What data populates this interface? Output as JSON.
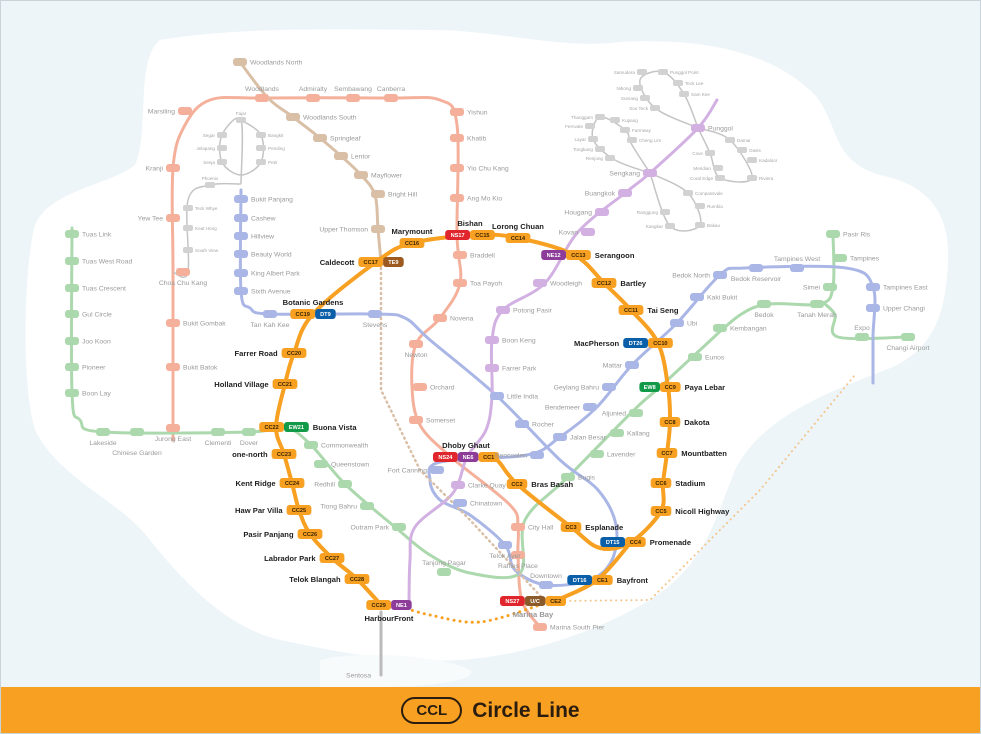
{
  "footer": {
    "badge": "CCL",
    "title": "Circle Line"
  },
  "colors": {
    "CC": "#f7a021",
    "CE": "#f7a021",
    "NS": "#e0262c",
    "EW": "#119a48",
    "NE": "#8e3c99",
    "DT": "#0b5ea8",
    "TE": "#9c5a1e",
    "UC": "#9c5a1e"
  },
  "ccl_stations": [
    {
      "name": "Dhoby Ghaut",
      "codes": [
        "NS24",
        "NE6",
        "CC1"
      ]
    },
    {
      "name": "Bras Basah",
      "codes": [
        "CC2"
      ]
    },
    {
      "name": "Esplanade",
      "codes": [
        "CC3"
      ]
    },
    {
      "name": "Promenade",
      "codes": [
        "DT15",
        "CC4"
      ]
    },
    {
      "name": "Nicoll Highway",
      "codes": [
        "CC5"
      ]
    },
    {
      "name": "Stadium",
      "codes": [
        "CC6"
      ]
    },
    {
      "name": "Mountbatten",
      "codes": [
        "CC7"
      ]
    },
    {
      "name": "Dakota",
      "codes": [
        "CC8"
      ]
    },
    {
      "name": "Paya Lebar",
      "codes": [
        "EW8",
        "CC9"
      ]
    },
    {
      "name": "MacPherson",
      "codes": [
        "DT26",
        "CC10"
      ]
    },
    {
      "name": "Tai Seng",
      "codes": [
        "CC11"
      ]
    },
    {
      "name": "Bartley",
      "codes": [
        "CC12"
      ]
    },
    {
      "name": "Serangoon",
      "codes": [
        "NE12",
        "CC13"
      ]
    },
    {
      "name": "Lorong Chuan",
      "codes": [
        "CC14"
      ]
    },
    {
      "name": "Bishan",
      "codes": [
        "NS17",
        "CC15"
      ]
    },
    {
      "name": "Marymount",
      "codes": [
        "CC16"
      ]
    },
    {
      "name": "Caldecott",
      "codes": [
        "CC17",
        "TE9"
      ]
    },
    {
      "name": "Botanic Gardens",
      "codes": [
        "CC19",
        "DT9"
      ]
    },
    {
      "name": "Farrer Road",
      "codes": [
        "CC20"
      ]
    },
    {
      "name": "Holland Village",
      "codes": [
        "CC21"
      ]
    },
    {
      "name": "Buona Vista",
      "codes": [
        "CC22",
        "EW21"
      ]
    },
    {
      "name": "one-north",
      "codes": [
        "CC23"
      ]
    },
    {
      "name": "Kent Ridge",
      "codes": [
        "CC24"
      ]
    },
    {
      "name": "Haw Par Villa",
      "codes": [
        "CC25"
      ]
    },
    {
      "name": "Pasir Panjang",
      "codes": [
        "CC26"
      ]
    },
    {
      "name": "Labrador Park",
      "codes": [
        "CC27"
      ]
    },
    {
      "name": "Telok Blangah",
      "codes": [
        "CC28"
      ]
    },
    {
      "name": "HarbourFront",
      "codes": [
        "CC29",
        "NE1"
      ]
    },
    {
      "name": "Bayfront",
      "codes": [
        "DT16",
        "CE1"
      ]
    },
    {
      "name": "Marina Bay",
      "codes": [
        "NS27",
        "U/C",
        "CE2"
      ]
    }
  ],
  "other_stations": [
    {
      "name": "Jurong East",
      "line": "NS"
    },
    {
      "name": "Bukit Batok",
      "line": "NS"
    },
    {
      "name": "Bukit Gombak",
      "line": "NS"
    },
    {
      "name": "Choa Chu Kang",
      "line": "NS"
    },
    {
      "name": "Yew Tee",
      "line": "NS"
    },
    {
      "name": "Kranji",
      "line": "NS"
    },
    {
      "name": "Marsiling",
      "line": "NS"
    },
    {
      "name": "Woodlands",
      "line": "NS"
    },
    {
      "name": "Admiralty",
      "line": "NS"
    },
    {
      "name": "Sembawang",
      "line": "NS"
    },
    {
      "name": "Canberra",
      "line": "NS"
    },
    {
      "name": "Yishun",
      "line": "NS"
    },
    {
      "name": "Khatib",
      "line": "NS"
    },
    {
      "name": "Yio Chu Kang",
      "line": "NS"
    },
    {
      "name": "Ang Mo Kio",
      "line": "NS"
    },
    {
      "name": "Braddell",
      "line": "NS"
    },
    {
      "name": "Toa Payoh",
      "line": "NS"
    },
    {
      "name": "Novena",
      "line": "NS"
    },
    {
      "name": "Newton",
      "line": "NS"
    },
    {
      "name": "Orchard",
      "line": "NS"
    },
    {
      "name": "Somerset",
      "line": "NS"
    },
    {
      "name": "City Hall",
      "line": "NS"
    },
    {
      "name": "Raffles Place",
      "line": "NS"
    },
    {
      "name": "Marina South Pier",
      "line": "NS"
    },
    {
      "name": "Tuas Link",
      "line": "EW"
    },
    {
      "name": "Tuas West Road",
      "line": "EW"
    },
    {
      "name": "Tuas Crescent",
      "line": "EW"
    },
    {
      "name": "Gul Circle",
      "line": "EW"
    },
    {
      "name": "Joo Koon",
      "line": "EW"
    },
    {
      "name": "Pioneer",
      "line": "EW"
    },
    {
      "name": "Boon Lay",
      "line": "EW"
    },
    {
      "name": "Lakeside",
      "line": "EW"
    },
    {
      "name": "Chinese Garden",
      "line": "EW"
    },
    {
      "name": "Clementi",
      "line": "EW"
    },
    {
      "name": "Dover",
      "line": "EW"
    },
    {
      "name": "Commonwealth",
      "line": "EW"
    },
    {
      "name": "Queenstown",
      "line": "EW"
    },
    {
      "name": "Redhill",
      "line": "EW"
    },
    {
      "name": "Tiong Bahru",
      "line": "EW"
    },
    {
      "name": "Outram Park",
      "line": "EW"
    },
    {
      "name": "Tanjong Pagar",
      "line": "EW"
    },
    {
      "name": "Bugis",
      "line": "EW"
    },
    {
      "name": "Lavender",
      "line": "EW"
    },
    {
      "name": "Kallang",
      "line": "EW"
    },
    {
      "name": "Aljunied",
      "line": "EW"
    },
    {
      "name": "Eunos",
      "line": "EW"
    },
    {
      "name": "Kembangan",
      "line": "EW"
    },
    {
      "name": "Bedok",
      "line": "EW"
    },
    {
      "name": "Tanah Merah",
      "line": "EW"
    },
    {
      "name": "Simei",
      "line": "EW"
    },
    {
      "name": "Tampines",
      "line": "EW"
    },
    {
      "name": "Pasir Ris",
      "line": "EW"
    },
    {
      "name": "Expo",
      "line": "EW"
    },
    {
      "name": "Changi Airport",
      "line": "EW"
    },
    {
      "name": "Bukit Panjang",
      "line": "DT"
    },
    {
      "name": "Cashew",
      "line": "DT"
    },
    {
      "name": "Hillview",
      "line": "DT"
    },
    {
      "name": "Beauty World",
      "line": "DT"
    },
    {
      "name": "King Albert Park",
      "line": "DT"
    },
    {
      "name": "Sixth Avenue",
      "line": "DT"
    },
    {
      "name": "Tan Kah Kee",
      "line": "DT"
    },
    {
      "name": "Stevens",
      "line": "DT"
    },
    {
      "name": "Little India",
      "line": "DT"
    },
    {
      "name": "Rocher",
      "line": "DT"
    },
    {
      "name": "Bencoolen",
      "line": "DT"
    },
    {
      "name": "Jalan Besar",
      "line": "DT"
    },
    {
      "name": "Bendemeer",
      "line": "DT"
    },
    {
      "name": "Geylang Bahru",
      "line": "DT"
    },
    {
      "name": "Mattar",
      "line": "DT"
    },
    {
      "name": "Ubi",
      "line": "DT"
    },
    {
      "name": "Kaki Bukit",
      "line": "DT"
    },
    {
      "name": "Bedok North",
      "line": "DT"
    },
    {
      "name": "Bedok Reservoir",
      "line": "DT"
    },
    {
      "name": "Tampines West",
      "line": "DT"
    },
    {
      "name": "Tampines East",
      "line": "DT"
    },
    {
      "name": "Upper Changi",
      "line": "DT"
    },
    {
      "name": "Fort Canning",
      "line": "DT"
    },
    {
      "name": "Chinatown",
      "line": "DT"
    },
    {
      "name": "Telok Ayer",
      "line": "DT"
    },
    {
      "name": "Downtown",
      "line": "DT"
    },
    {
      "name": "Clarke Quay",
      "line": "NE"
    },
    {
      "name": "Farrer Park",
      "line": "NE"
    },
    {
      "name": "Boon Keng",
      "line": "NE"
    },
    {
      "name": "Potong Pasir",
      "line": "NE"
    },
    {
      "name": "Woodleigh",
      "line": "NE"
    },
    {
      "name": "Kovan",
      "line": "NE"
    },
    {
      "name": "Hougang",
      "line": "NE"
    },
    {
      "name": "Buangkok",
      "line": "NE"
    },
    {
      "name": "Sengkang",
      "line": "NE"
    },
    {
      "name": "Punggol",
      "line": "NE"
    },
    {
      "name": "Woodlands North",
      "line": "TE"
    },
    {
      "name": "Woodlands South",
      "line": "TE"
    },
    {
      "name": "Springleaf",
      "line": "TE"
    },
    {
      "name": "Lentor",
      "line": "TE"
    },
    {
      "name": "Mayflower",
      "line": "TE"
    },
    {
      "name": "Bright Hill",
      "line": "TE"
    },
    {
      "name": "Upper Thomson",
      "line": "TE"
    },
    {
      "name": "Sentosa",
      "line": "SE"
    }
  ],
  "lrt_stations": [
    "Fajar",
    "Segar",
    "Jelapang",
    "Senja",
    "Bangkit",
    "Pending",
    "Petir",
    "Phoenix",
    "Teck Whye",
    "Keat Hong",
    "South View",
    "Thanggam",
    "Fernvale",
    "Layar",
    "Tongkang",
    "Renjong",
    "Kupang",
    "Farmway",
    "Cheng Lim",
    "Compassvale",
    "Rumbia",
    "Bakau",
    "Kangkar",
    "Ranggung",
    "Samudera",
    "Nibong",
    "Sumang",
    "Soo Teck",
    "Punggol Point",
    "Teck Lee",
    "Sam Kee",
    "Damai",
    "Oasis",
    "Kadaloor",
    "Riviera",
    "Coral Edge",
    "Meridian",
    "Cove"
  ]
}
